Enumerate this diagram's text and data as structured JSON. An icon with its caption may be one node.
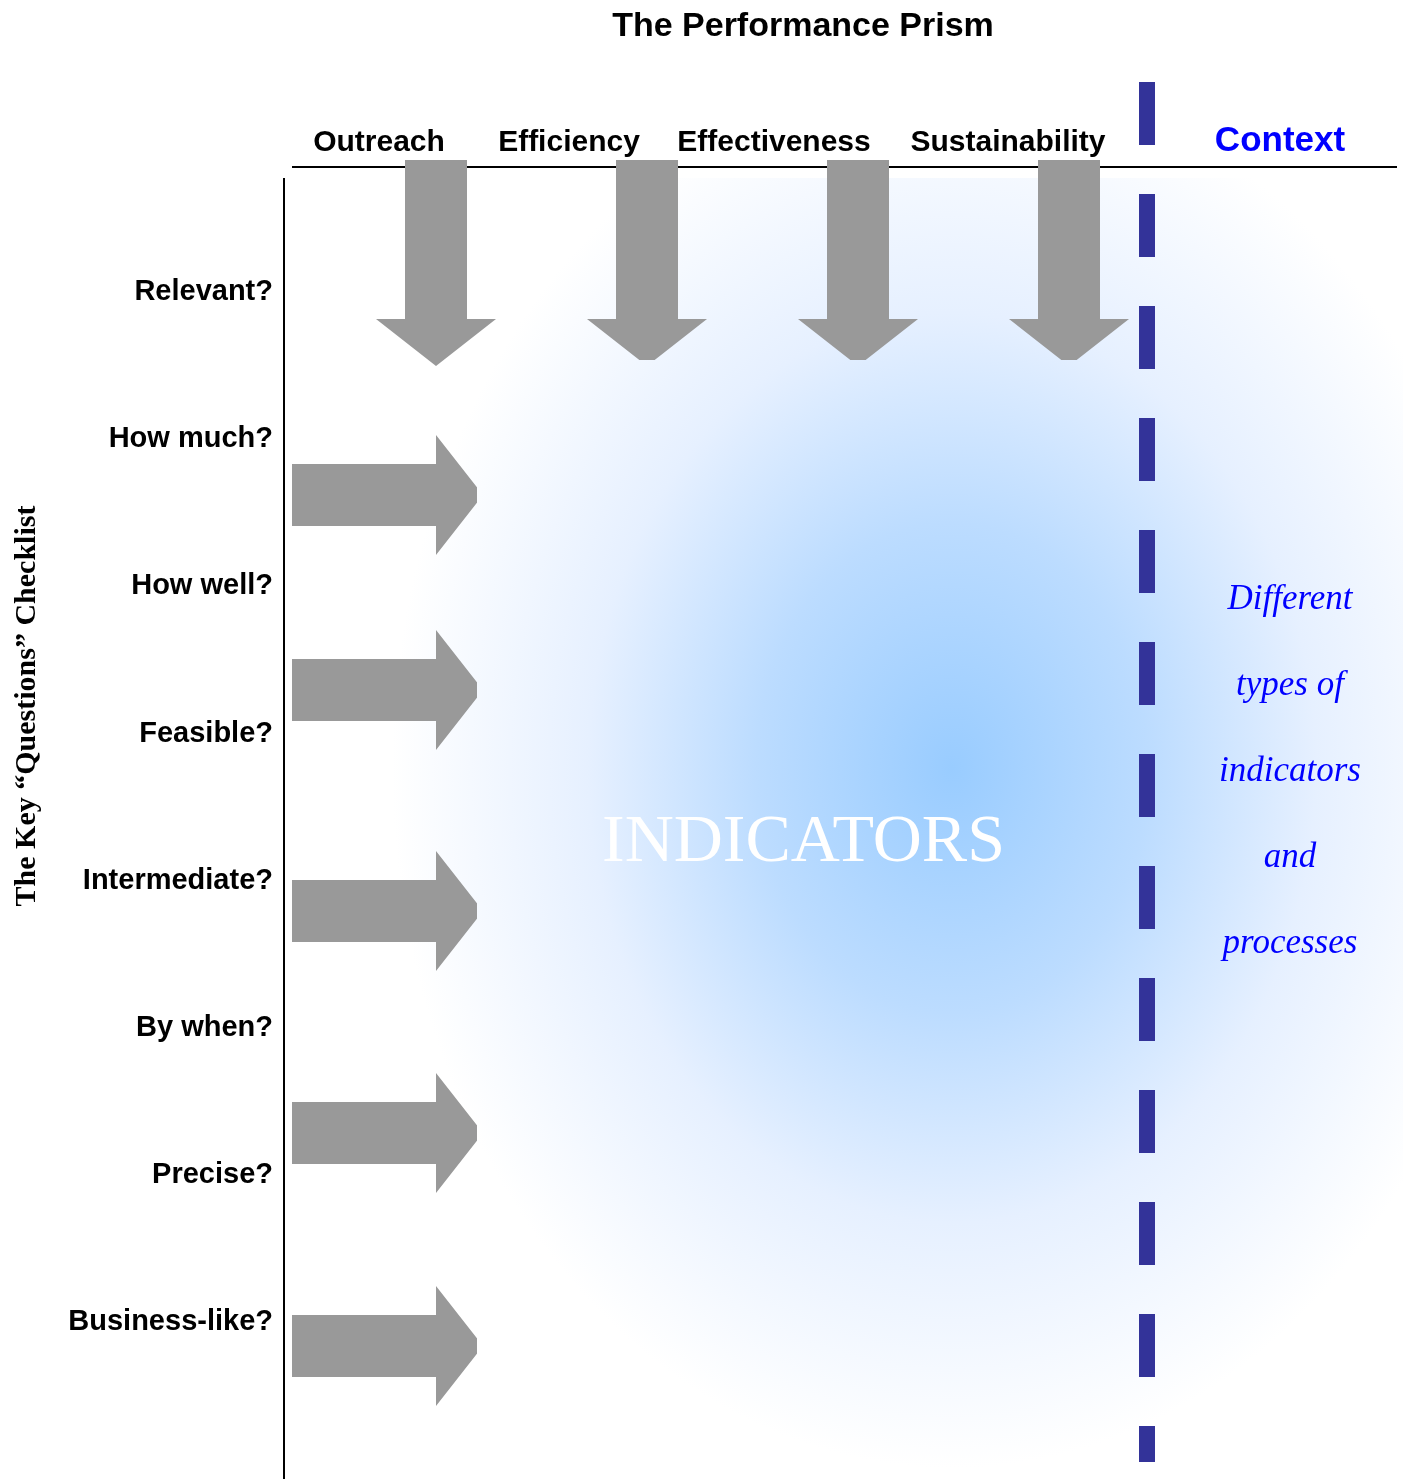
{
  "diagram": {
    "title": "The Performance Prism",
    "nodes": [
      {
        "text": [
          "Outreach"
        ]
      },
      {
        "text": [
          "Efficiency"
        ]
      },
      {
        "text": [
          "Effectiveness"
        ]
      },
      {
        "text": [
          "Sustainability"
        ]
      },
      {
        "text": [
          "Context"
        ]
      },
      {
        "text": [
          "INDICATORS"
        ]
      },
      {
        "text": [
          "Different types of indicators and processes"
        ]
      }
    ],
    "edges": [
      {
        "from": 0,
        "to": 5,
        "arrow": "to",
        "style": "thick"
      },
      {
        "from": 1,
        "to": 5,
        "arrow": "to",
        "style": "thick"
      },
      {
        "from": 2,
        "to": 5,
        "arrow": "to",
        "style": "thick"
      },
      {
        "from": 3,
        "to": 5,
        "arrow": "to",
        "style": "thick"
      },
      {
        "from": null,
        "to": 5,
        "arrow": "to",
        "style": "thick"
      },
      {
        "from": null,
        "to": 5,
        "arrow": "to",
        "style": "thick"
      },
      {
        "from": null,
        "to": 5,
        "arrow": "to",
        "style": "thick"
      },
      {
        "from": null,
        "to": 5,
        "arrow": "to",
        "style": "thick"
      },
      {
        "from": null,
        "to": 5,
        "arrow": "to",
        "style": "thick"
      }
    ],
    "labels": [
      "The Key “Questions” Checklist",
      "Relevant?",
      "How much?",
      "How well?",
      "Feasible?",
      "Intermediate?",
      "By when?",
      "Precise?",
      "Business-like?"
    ]
  }
}
